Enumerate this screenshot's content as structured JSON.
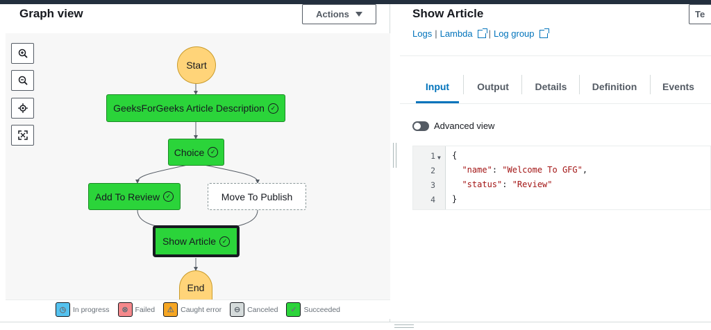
{
  "graph_panel": {
    "title": "Graph view",
    "actions_label": "Actions",
    "zoom_controls": [
      {
        "name": "zoom-in-icon",
        "symbol": "⊕"
      },
      {
        "name": "zoom-out-icon",
        "symbol": "⊖"
      },
      {
        "name": "center-icon",
        "symbol": "⌖"
      },
      {
        "name": "fit-screen-icon",
        "symbol": "⤢"
      }
    ],
    "nodes": {
      "start": "Start",
      "article_description": "GeeksForGeeks Article Description",
      "choice": "Choice",
      "add_to_review": "Add To Review",
      "move_to_publish": "Move To Publish",
      "show_article": "Show Article",
      "end": "End"
    },
    "legend": [
      {
        "label": "In progress",
        "color": "#54c2ef"
      },
      {
        "label": "Failed",
        "color": "#f5898c"
      },
      {
        "label": "Caught error",
        "color": "#f6a623"
      },
      {
        "label": "Canceled",
        "color": "#d5dbdb"
      },
      {
        "label": "Succeeded",
        "color": "#2bd43a"
      }
    ]
  },
  "detail_panel": {
    "title": "Show Article",
    "button_label": "Te",
    "links": {
      "logs": "Logs",
      "lambda": "Lambda",
      "log_group": "Log group",
      "separator": "|"
    },
    "tabs": [
      "Input",
      "Output",
      "Details",
      "Definition",
      "Events"
    ],
    "active_tab": "Input",
    "advanced_view_label": "Advanced view",
    "code": {
      "line_numbers": [
        "1",
        "2",
        "3",
        "4"
      ],
      "line1": "{",
      "name_key": "\"name\"",
      "name_value": "\"Welcome To GFG\"",
      "status_key": "\"status\"",
      "status_value": "\"Review\"",
      "line4": "}"
    }
  },
  "colors": {
    "succeeded": "#2bd43a",
    "pill": "#ffd479",
    "link": "#0073bb"
  }
}
